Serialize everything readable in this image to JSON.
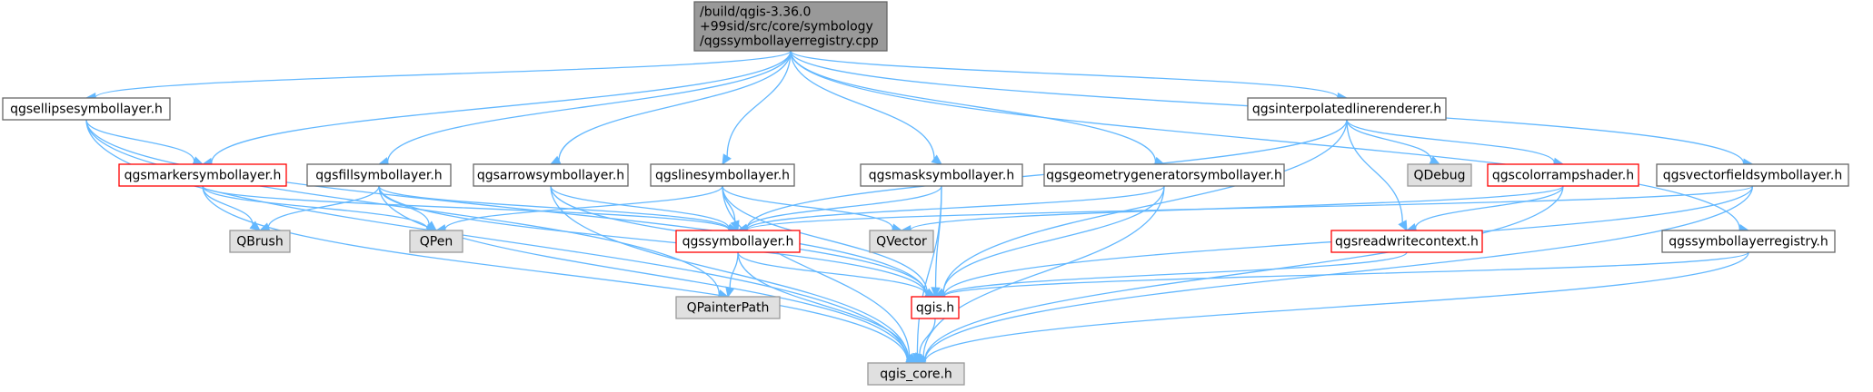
{
  "title": "/build/qgis-3.36.0+99sid/src/core/symbology/qgssymbollayerregistry.cpp",
  "colors": {
    "edge": "#63b8ff",
    "root_fill": "#999999",
    "root_border": "#666666",
    "file_fill": "#ffffff",
    "file_border": "#666666",
    "truncated_border": "#ff0000",
    "system_fill": "#e0e0e0",
    "system_border": "#999999"
  },
  "nodes": [
    {
      "id": "root",
      "kind": "root",
      "lines": [
        "/build/qgis-3.36.0",
        "+99sid/src/core/symbology",
        "/qgssymbollayerregistry.cpp"
      ]
    },
    {
      "id": "ellipse",
      "kind": "file",
      "lines": [
        "qgsellipsesymbollayer.h"
      ]
    },
    {
      "id": "marker",
      "kind": "truncated",
      "lines": [
        "qgsmarkersymbollayer.h"
      ]
    },
    {
      "id": "fill",
      "kind": "file",
      "lines": [
        "qgsfillsymbollayer.h"
      ]
    },
    {
      "id": "arrow",
      "kind": "file",
      "lines": [
        "qgsarrowsymbollayer.h"
      ]
    },
    {
      "id": "line",
      "kind": "file",
      "lines": [
        "qgslinesymbollayer.h"
      ]
    },
    {
      "id": "mask",
      "kind": "file",
      "lines": [
        "qgsmasksymbollayer.h"
      ]
    },
    {
      "id": "geomgen",
      "kind": "file",
      "lines": [
        "qgsgeometrygeneratorsymbollayer.h"
      ]
    },
    {
      "id": "interp",
      "kind": "file",
      "lines": [
        "qgsinterpolatedlinerenderer.h"
      ]
    },
    {
      "id": "qdebug",
      "kind": "system",
      "lines": [
        "QDebug"
      ]
    },
    {
      "id": "colorramp",
      "kind": "truncated",
      "lines": [
        "qgscolorrampshader.h"
      ]
    },
    {
      "id": "vectorfield",
      "kind": "file",
      "lines": [
        "qgsvectorfieldsymbollayer.h"
      ]
    },
    {
      "id": "qbrush",
      "kind": "system",
      "lines": [
        "QBrush"
      ]
    },
    {
      "id": "qpen",
      "kind": "system",
      "lines": [
        "QPen"
      ]
    },
    {
      "id": "symlayer",
      "kind": "truncated",
      "lines": [
        "qgssymbollayer.h"
      ]
    },
    {
      "id": "qvector",
      "kind": "system",
      "lines": [
        "QVector"
      ]
    },
    {
      "id": "rwcontext",
      "kind": "truncated",
      "lines": [
        "qgsreadwritecontext.h"
      ]
    },
    {
      "id": "registry",
      "kind": "file",
      "lines": [
        "qgssymbollayerregistry.h"
      ]
    },
    {
      "id": "qpainterpath",
      "kind": "system",
      "lines": [
        "QPainterPath"
      ]
    },
    {
      "id": "qgis",
      "kind": "truncated",
      "lines": [
        "qgis.h"
      ]
    },
    {
      "id": "qgiscore",
      "kind": "system",
      "lines": [
        "qgis_core.h"
      ]
    }
  ],
  "edges": [
    [
      "root",
      "ellipse"
    ],
    [
      "root",
      "marker"
    ],
    [
      "root",
      "fill"
    ],
    [
      "root",
      "arrow"
    ],
    [
      "root",
      "line"
    ],
    [
      "root",
      "mask"
    ],
    [
      "root",
      "geomgen"
    ],
    [
      "root",
      "interp"
    ],
    [
      "root",
      "vectorfield"
    ],
    [
      "root",
      "registry"
    ],
    [
      "ellipse",
      "marker"
    ],
    [
      "ellipse",
      "qpainterpath"
    ],
    [
      "ellipse",
      "qgis"
    ],
    [
      "ellipse",
      "qgiscore"
    ],
    [
      "marker",
      "qbrush"
    ],
    [
      "marker",
      "qpen"
    ],
    [
      "marker",
      "symlayer"
    ],
    [
      "marker",
      "qgiscore"
    ],
    [
      "fill",
      "qbrush"
    ],
    [
      "fill",
      "qpen"
    ],
    [
      "fill",
      "symlayer"
    ],
    [
      "fill",
      "qgis"
    ],
    [
      "fill",
      "qgiscore"
    ],
    [
      "arrow",
      "symlayer"
    ],
    [
      "arrow",
      "qgis"
    ],
    [
      "arrow",
      "qgiscore"
    ],
    [
      "line",
      "qpen"
    ],
    [
      "line",
      "symlayer"
    ],
    [
      "line",
      "qvector"
    ],
    [
      "line",
      "qgis"
    ],
    [
      "line",
      "qgiscore"
    ],
    [
      "mask",
      "symlayer"
    ],
    [
      "mask",
      "qgis"
    ],
    [
      "mask",
      "qgiscore"
    ],
    [
      "geomgen",
      "symlayer"
    ],
    [
      "geomgen",
      "qgis"
    ],
    [
      "geomgen",
      "qgiscore"
    ],
    [
      "interp",
      "symlayer"
    ],
    [
      "interp",
      "qdebug"
    ],
    [
      "interp",
      "colorramp"
    ],
    [
      "interp",
      "rwcontext"
    ],
    [
      "interp",
      "qgis"
    ],
    [
      "colorramp",
      "qvector"
    ],
    [
      "colorramp",
      "rwcontext"
    ],
    [
      "colorramp",
      "qgiscore"
    ],
    [
      "vectorfield",
      "symlayer"
    ],
    [
      "vectorfield",
      "qgis"
    ],
    [
      "vectorfield",
      "qgiscore"
    ],
    [
      "symlayer",
      "qpainterpath"
    ],
    [
      "symlayer",
      "qgis"
    ],
    [
      "symlayer",
      "qgiscore"
    ],
    [
      "rwcontext",
      "qgis"
    ],
    [
      "registry",
      "qgis"
    ],
    [
      "registry",
      "qgiscore"
    ],
    [
      "qgis",
      "qgiscore"
    ]
  ]
}
